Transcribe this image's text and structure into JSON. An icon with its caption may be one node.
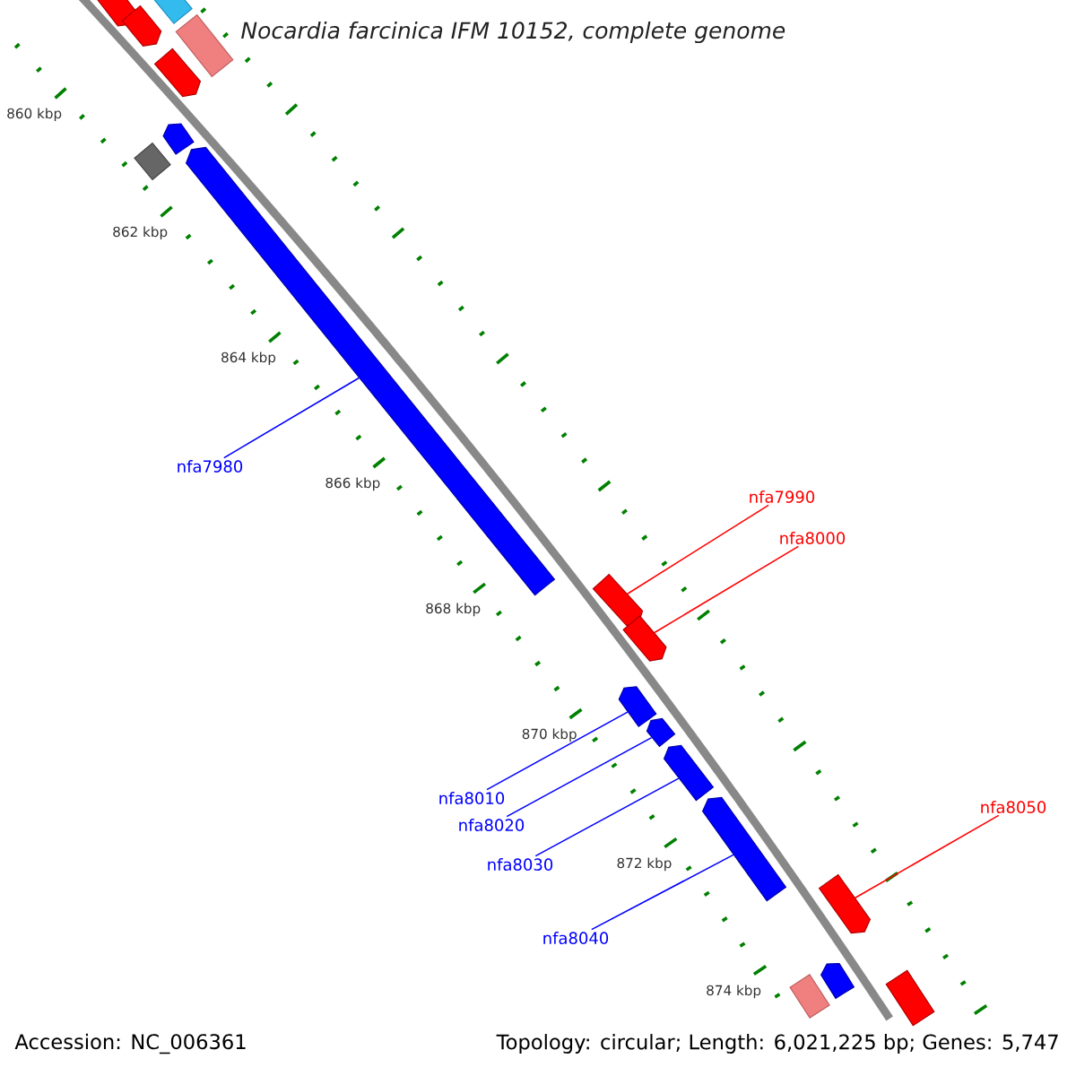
{
  "diagram": {
    "title": "Nocardia farcinica IFM 10152, complete genome",
    "nodes": [
      {
        "text": [],
        "shape": "arrow"
      },
      {
        "text": [],
        "shape": "box"
      },
      {
        "text": [],
        "shape": "arrow"
      },
      {
        "text": [],
        "shape": "box"
      },
      {
        "text": [],
        "shape": "arrow"
      },
      {
        "text": [],
        "shape": "arrow"
      },
      {
        "text": [],
        "shape": "box"
      },
      {
        "text": [],
        "shape": "arrow"
      },
      {
        "text": [],
        "shape": "arrow"
      },
      {
        "text": [],
        "shape": "arrow"
      },
      {
        "text": [],
        "shape": "arrow"
      },
      {
        "text": [],
        "shape": "arrow"
      },
      {
        "text": [],
        "shape": "arrow"
      },
      {
        "text": [],
        "shape": "arrow"
      },
      {
        "text": [],
        "shape": "arrow"
      },
      {
        "text": [],
        "shape": "arrow"
      },
      {
        "text": [],
        "shape": "box"
      },
      {
        "text": [],
        "shape": "box"
      },
      {
        "text": [
          "nfa7980"
        ]
      },
      {
        "text": [
          "nfa7990"
        ]
      },
      {
        "text": [
          "nfa8000"
        ]
      },
      {
        "text": [
          "nfa8010"
        ]
      },
      {
        "text": [
          "nfa8020"
        ]
      },
      {
        "text": [
          "nfa8030"
        ]
      },
      {
        "text": [
          "nfa8040"
        ]
      },
      {
        "text": [
          "nfa8050"
        ]
      }
    ],
    "edges": [
      {
        "from": 18,
        "to": 7,
        "arrow": "none"
      },
      {
        "from": 19,
        "to": 8,
        "arrow": "none",
        "color": "#ff0000"
      },
      {
        "from": 20,
        "to": 9,
        "arrow": "none",
        "color": "#ff0000"
      },
      {
        "from": 21,
        "to": 10,
        "arrow": "none"
      },
      {
        "from": 22,
        "to": 11,
        "arrow": "none"
      },
      {
        "from": 23,
        "to": 12,
        "arrow": "none"
      },
      {
        "from": 24,
        "to": 13,
        "arrow": "none"
      },
      {
        "from": 25,
        "to": 14,
        "arrow": "none",
        "color": "#ff0000"
      }
    ],
    "labels": [
      "860 kbp",
      "862 kbp",
      "864 kbp",
      "866 kbp",
      "868 kbp",
      "870 kbp",
      "872 kbp",
      "874 kbp",
      "Accession: NC_006361",
      "Topology: circular; Length: 6,021,225 bp; Genes: 5,747"
    ]
  }
}
